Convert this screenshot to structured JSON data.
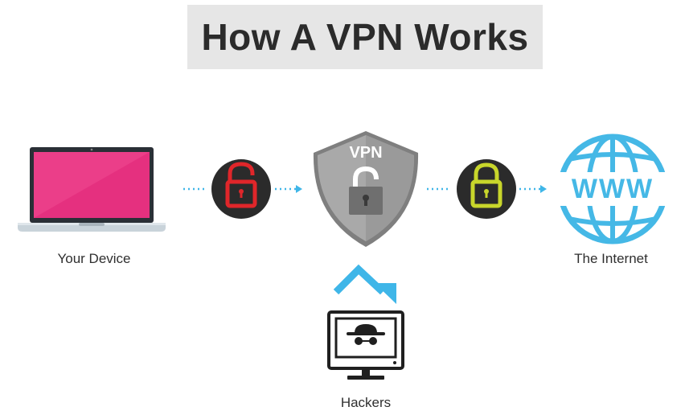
{
  "title": "How A VPN Works",
  "nodes": {
    "device": {
      "label": "Your Device"
    },
    "vpn": {
      "label": "VPN"
    },
    "internet": {
      "label": "The Internet",
      "icon_text": "WWW"
    },
    "hackers": {
      "label": "Hackers"
    }
  },
  "locks": {
    "unsecured": {
      "state": "unlocked",
      "color": "#e0262a"
    },
    "secured": {
      "state": "locked",
      "color": "#c8d62b"
    }
  },
  "colors": {
    "arrow": "#3fb6e8",
    "laptop_screen": "#e5307f",
    "shield": "#8e8e8e",
    "globe": "#45b8e6",
    "lock_circle": "#2b2b2b",
    "title_box": "#e6e6e6"
  }
}
